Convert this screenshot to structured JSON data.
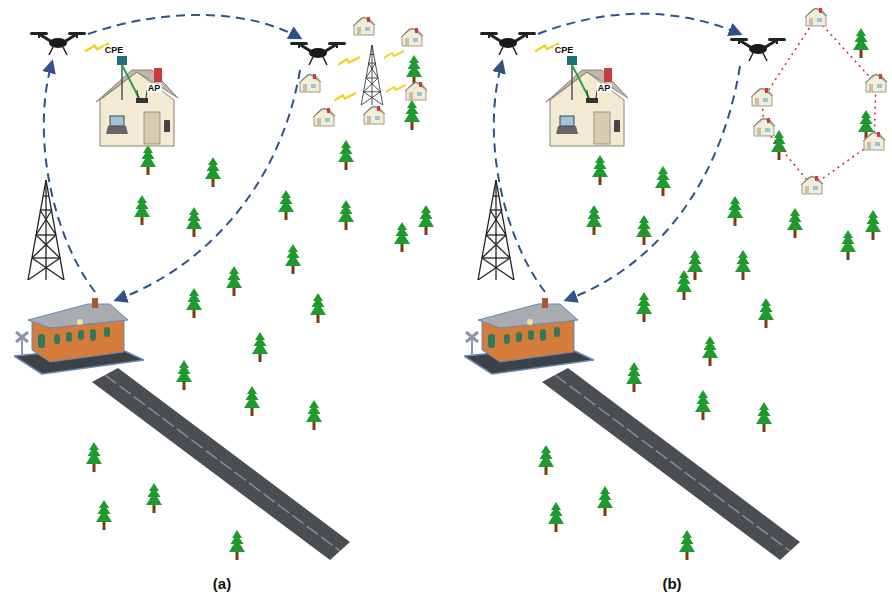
{
  "diagram": {
    "labels": [
      "CPE",
      "AP",
      "(a)",
      "CPE",
      "AP",
      "(b)"
    ]
  }
}
